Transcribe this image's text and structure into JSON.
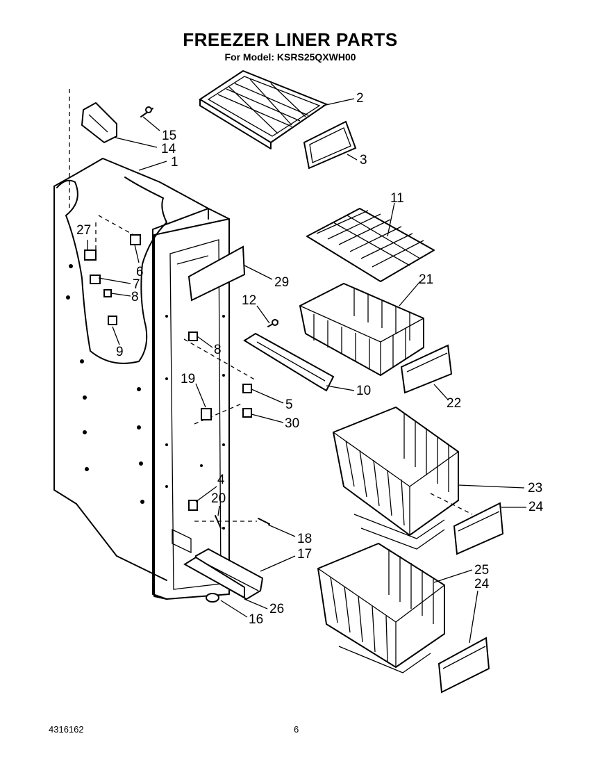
{
  "header": {
    "title": "FREEZER LINER PARTS",
    "model": "For Model: KSRS25QXWH00"
  },
  "footer": {
    "part_number": "4316162",
    "page": "6"
  },
  "callouts": [
    {
      "id": "c2",
      "text": "2"
    },
    {
      "id": "c3",
      "text": "3"
    },
    {
      "id": "c15",
      "text": "15"
    },
    {
      "id": "c14",
      "text": "14"
    },
    {
      "id": "c1",
      "text": "1"
    },
    {
      "id": "c11",
      "text": "11"
    },
    {
      "id": "c27",
      "text": "27"
    },
    {
      "id": "c6",
      "text": "6"
    },
    {
      "id": "c7",
      "text": "7"
    },
    {
      "id": "c8a",
      "text": "8"
    },
    {
      "id": "c29",
      "text": "29"
    },
    {
      "id": "c21",
      "text": "21"
    },
    {
      "id": "c12",
      "text": "12"
    },
    {
      "id": "c9",
      "text": "9"
    },
    {
      "id": "c8b",
      "text": "8"
    },
    {
      "id": "c10",
      "text": "10"
    },
    {
      "id": "c22",
      "text": "22"
    },
    {
      "id": "c19",
      "text": "19"
    },
    {
      "id": "c5",
      "text": "5"
    },
    {
      "id": "c30",
      "text": "30"
    },
    {
      "id": "c23",
      "text": "23"
    },
    {
      "id": "c4",
      "text": "4"
    },
    {
      "id": "c24a",
      "text": "24"
    },
    {
      "id": "c20",
      "text": "20"
    },
    {
      "id": "c18",
      "text": "18"
    },
    {
      "id": "c17",
      "text": "17"
    },
    {
      "id": "c25",
      "text": "25"
    },
    {
      "id": "c24b",
      "text": "24"
    },
    {
      "id": "c26",
      "text": "26"
    },
    {
      "id": "c16",
      "text": "16"
    }
  ]
}
